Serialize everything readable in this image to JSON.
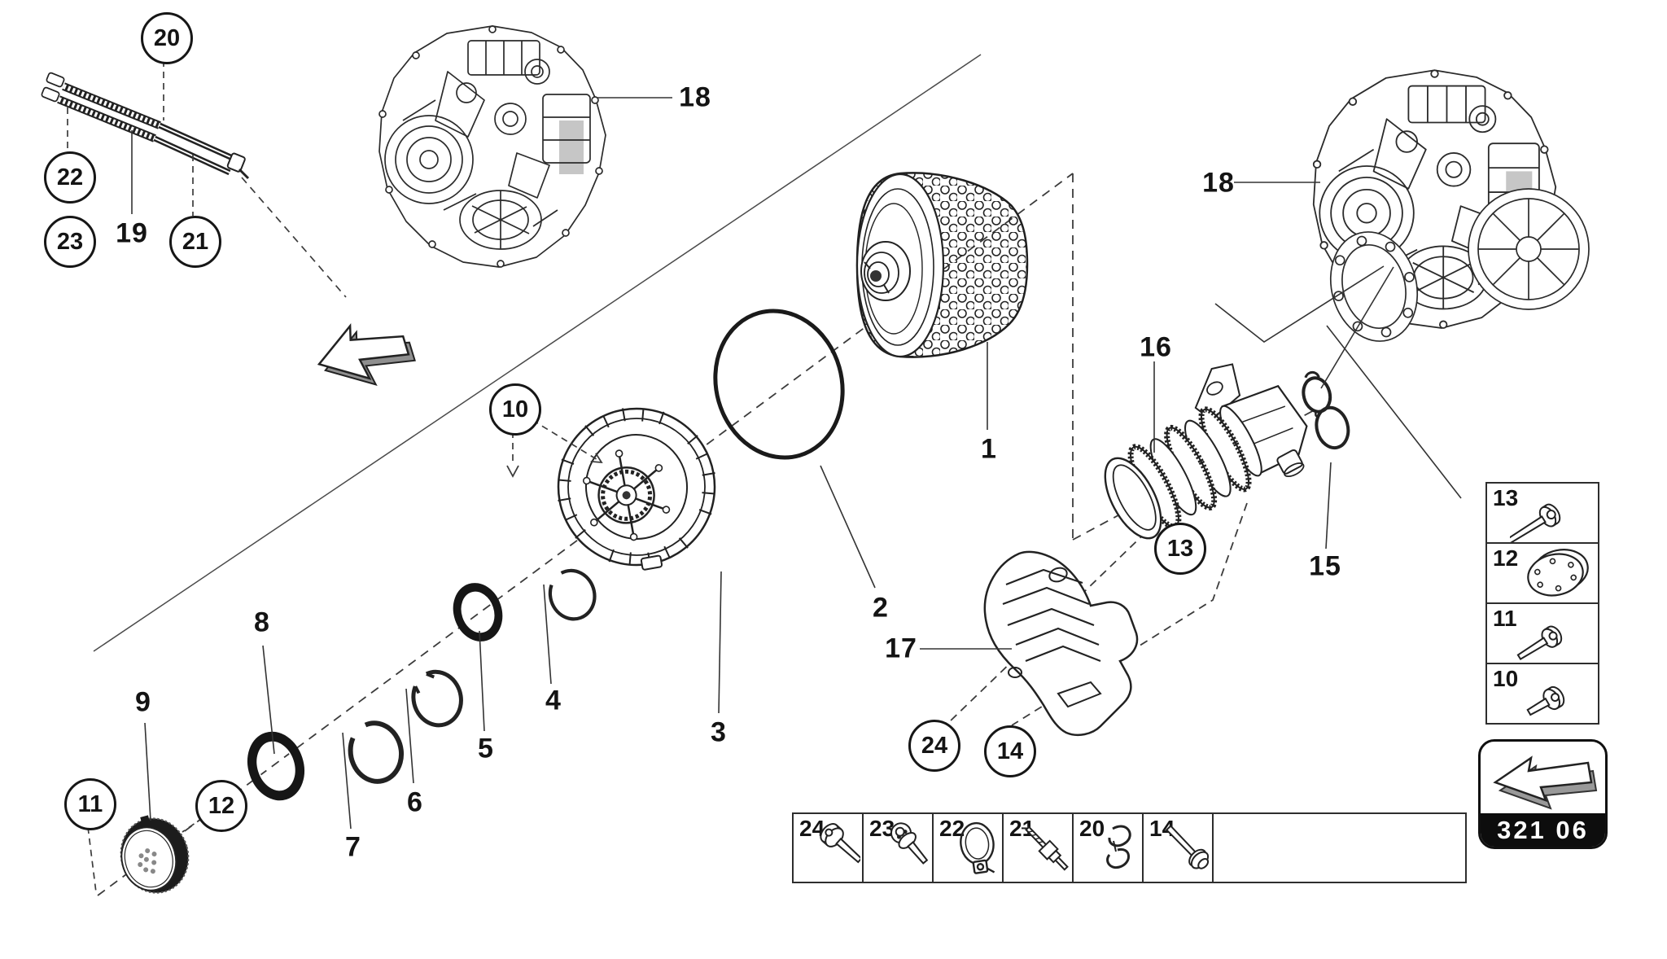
{
  "page": {
    "code": "321 06"
  },
  "labels": {
    "p1": "1",
    "p2": "2",
    "p3": "3",
    "p4": "4",
    "p5": "5",
    "p6": "6",
    "p7": "7",
    "p8": "8",
    "p9": "9",
    "p15": "15",
    "p16": "16",
    "p17": "17",
    "p18_left": "18",
    "p18_right": "18",
    "p19": "19"
  },
  "callouts": {
    "c10": "10",
    "c11": "11",
    "c12": "12",
    "c13": "13",
    "c14": "14",
    "c20": "20",
    "c21": "21",
    "c22": "22",
    "c23": "23",
    "c24": "24"
  },
  "legend_bottom": {
    "cells": [
      {
        "num": "24",
        "icon": "flange-head-bolt"
      },
      {
        "num": "23",
        "icon": "socket-head-bolt"
      },
      {
        "num": "22",
        "icon": "hose-clamp"
      },
      {
        "num": "21",
        "icon": "threaded-rod"
      },
      {
        "num": "20",
        "icon": "retaining-clip"
      },
      {
        "num": "14",
        "icon": "washer-bolt"
      }
    ]
  },
  "legend_right": {
    "cells": [
      {
        "num": "13",
        "icon": "long-flange-bolt"
      },
      {
        "num": "12",
        "icon": "drive-plate-disc"
      },
      {
        "num": "11",
        "icon": "flange-bolt"
      },
      {
        "num": "10",
        "icon": "short-flange-screw"
      }
    ]
  },
  "badge": {
    "icon": "back-direction-arrow"
  }
}
